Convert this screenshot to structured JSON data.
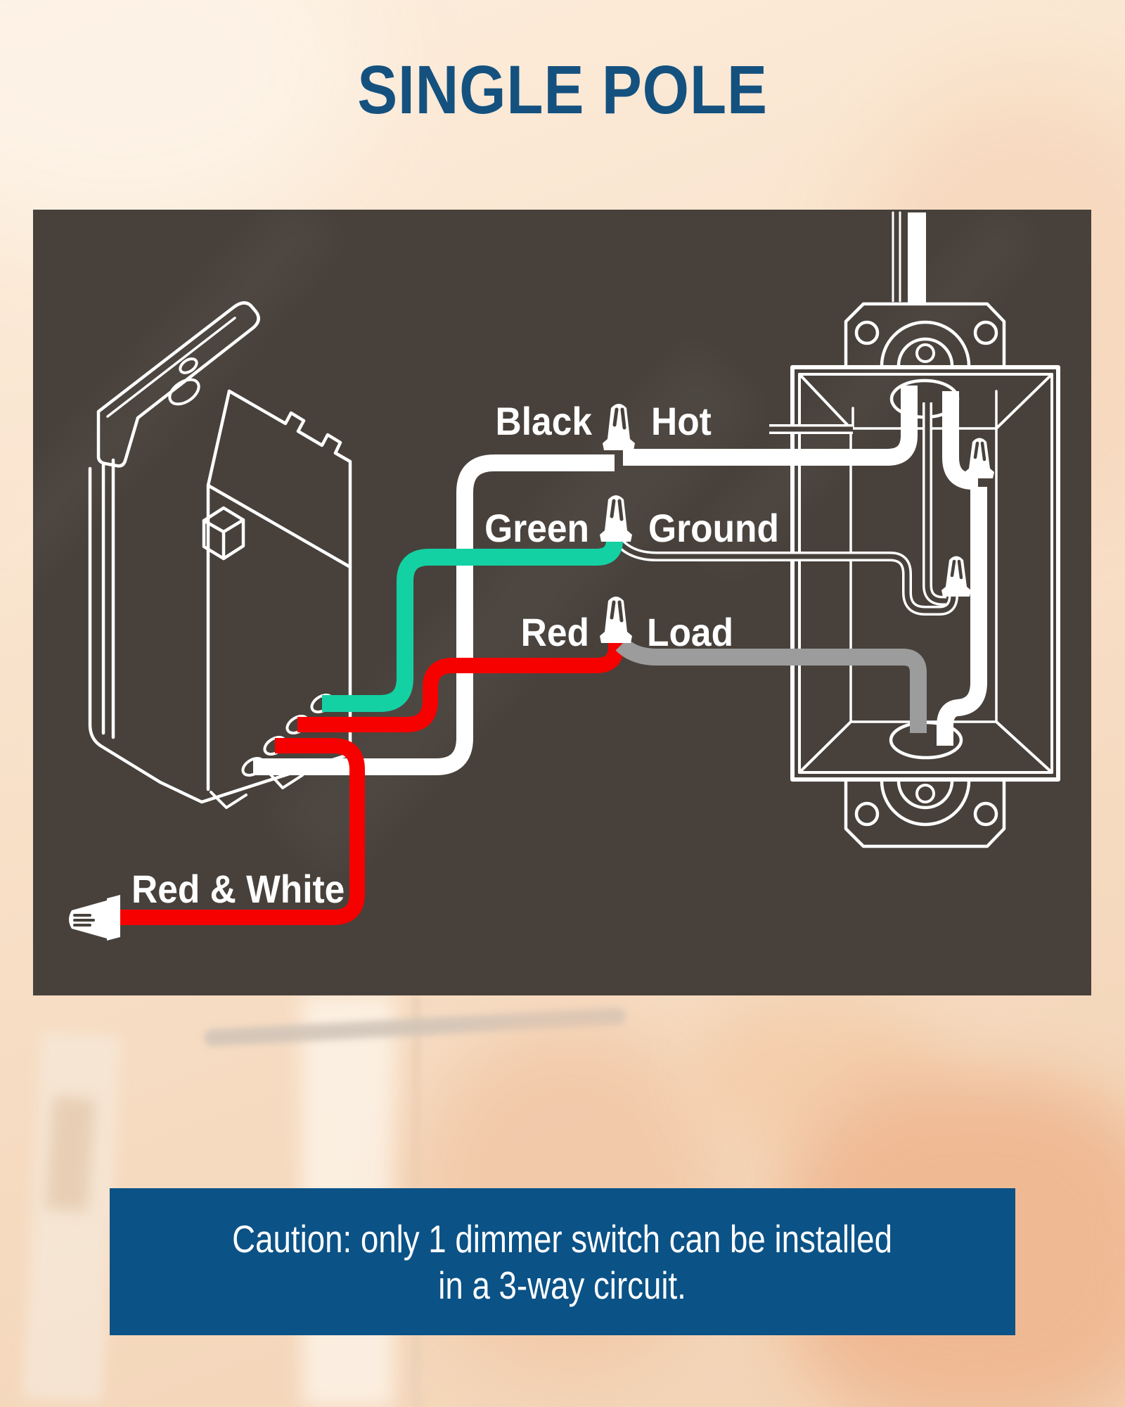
{
  "title": "SINGLE POLE",
  "diagram": {
    "labels": {
      "black": "Black",
      "hot": "Hot",
      "green": "Green",
      "ground": "Ground",
      "red": "Red",
      "load": "Load",
      "red_white": "Red & White"
    },
    "icons": {
      "wire_nut": "cone-twist-connector",
      "cable_connector": "push-in-connector",
      "dimmer_switch": "isometric-dimmer-switch-outline",
      "wall_box": "isometric-wall-box-outline"
    }
  },
  "caution": {
    "line1": "Caution: only 1 dimmer switch can be installed",
    "line2": "in a 3-way circuit."
  },
  "colors": {
    "teal": "#14d1a4",
    "red": "#f60000",
    "gray": "#9c9c9c",
    "wire_white": "#ffffff",
    "panel": "#48413b",
    "banner_blue": "#0b5286",
    "title_blue": "#14517f",
    "bg_top": "#fdeedd",
    "bg_mid": "#f8e0c8",
    "bg_bottom": "#f2d2b4",
    "photo_skin": "#f2c9a9",
    "photo_light": "#fdf3e7",
    "photo_tool": "#cfc3b8"
  }
}
